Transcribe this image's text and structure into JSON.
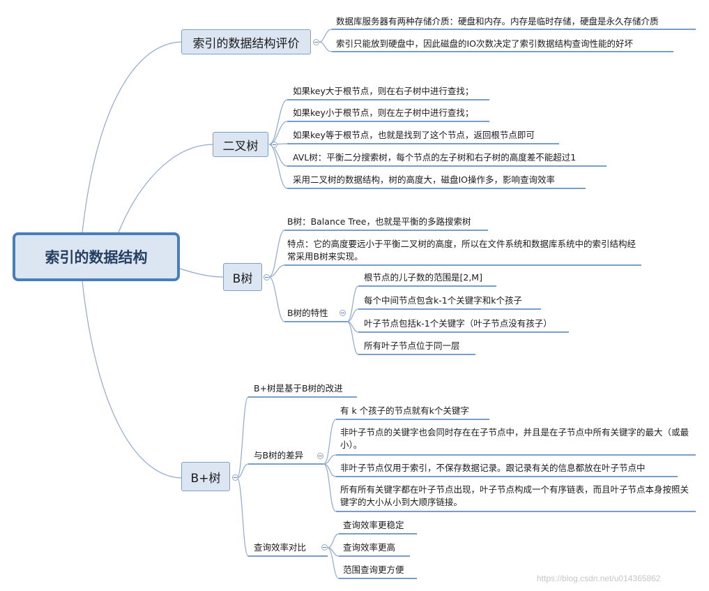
{
  "root": {
    "label": "索引的数据结构"
  },
  "sections": {
    "eval": {
      "label": "索引的数据结构评价",
      "items": [
        "数据库服务器有两种存储介质：硬盘和内存。内存是临时存储，硬盘是永久存储介质",
        "索引只能放到硬盘中，因此磁盘的IO次数决定了索引数据结构查询性能的好坏"
      ]
    },
    "bst": {
      "label": "二叉树",
      "items": [
        "如果key大于根节点，则在右子树中进行查找；",
        "如果key小于根节点，则在左子树中进行查找；",
        "如果key等于根节点，也就是找到了这个节点，返回根节点即可",
        "AVL树：平衡二分搜索树，每个节点的左子树和右子树的高度差不能超过1",
        "采用二叉树的数据结构，树的高度大，磁盘IO操作多，影响查询效率"
      ]
    },
    "btree": {
      "label": "B树",
      "items": [
        "B树：Balance Tree，也就是平衡的多路搜索树",
        "特点：它的高度要远小于平衡二叉树的高度，所以在文件系统和数据库系统中的索引结构经常采用B树来实现。"
      ],
      "features": {
        "label": "B树的特性",
        "items": [
          "根节点的儿子数的范围是[2,M]",
          "每个中间节点包含k-1个关键字和k个孩子",
          "叶子节点包括k-1个关键字（叶子节点没有孩子）",
          "所有叶子节点位于同一层"
        ]
      }
    },
    "bplus": {
      "label": "B+树",
      "intro": "B+树是基于B树的改进",
      "diff": {
        "label": "与B树的差异",
        "items": [
          "有 k 个孩子的节点就有k个关键字",
          "非叶子节点的关键字也会同时存在在子节点中，并且是在子节点中所有关键字的最大（或最小）。",
          "非叶子节点仅用于索引，不保存数据记录。跟记录有关的信息都放在叶子节点中",
          "所有所有关键字都在叶子节点出现，叶子节点构成一个有序链表，而且叶子节点本身按照关键字的大小从小到大顺序链接。"
        ]
      },
      "query": {
        "label": "查询效率对比",
        "items": [
          "查询效率更稳定",
          "查询效率更高",
          "范围查询更方便"
        ]
      }
    }
  },
  "watermark": "https://blog.csdn.net/u014365862",
  "colors": {
    "line": "#4a7ebb",
    "curve": "#7f9fc8",
    "node_fill": "#dce6f2",
    "root_border": "#4a7ebb",
    "root_text": "#243f60"
  }
}
